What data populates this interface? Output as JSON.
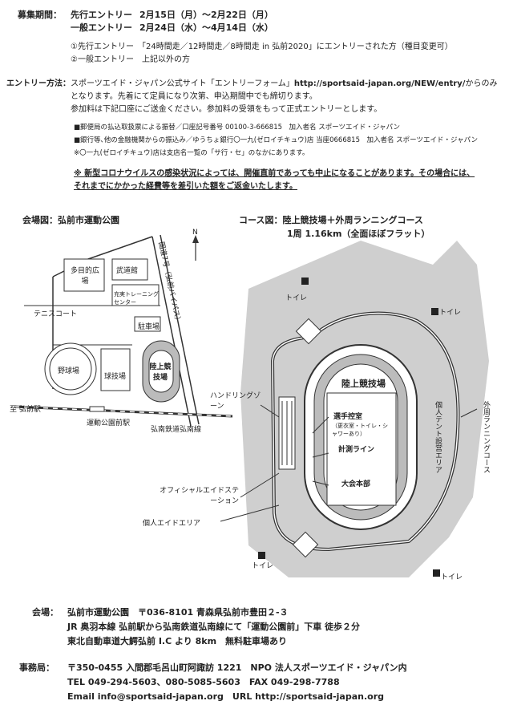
{
  "period": {
    "label": "募集期間：",
    "pre_label": "先行エントリー",
    "pre_dates": "2月15日（月）～2月22日（月）",
    "gen_label": "一般エントリー",
    "gen_dates": "2月24日（水）～4月14日（水）",
    "note1": "①先行エントリー　「24時間走／12時間走／8時間走 in 弘前2020」にエントリーされた方（種目変更可）",
    "note2": "②一般エントリー　上記以外の方"
  },
  "entry": {
    "label": "エントリー方法：",
    "line1": "スポーツエイド・ジャパン公式サイト「エントリーフォーム」",
    "url": "http://sportsaid-japan.org/NEW/entry/",
    "line1_end": "からのみ",
    "line2": "となります。先着にて定員になり次第、申込期間中でも締切ります。",
    "line3": "参加料は下記口座にご送金ください。参加料の受領をもって正式エントリーとします。",
    "bank1": "■郵便局の払込取扱票による振替／口座記号番号 00100-3-666815　加入者名 スポーツエイド・ジャパン",
    "bank2": "■銀行等､他の金融機関からの振込み／ゆうちょ銀行〇一九(ゼロイチキュウ)店 当座0666815　加入者名 スポーツエイド・ジャパン",
    "bank3": "※〇一九(ゼロイチキュウ)店は支店名一覧の「サ行・セ」のなかにあります。",
    "warn1": "※ 新型コロナウイルスの感染状況によっては、開催直前であっても中止になることがあります。その場合には、",
    "warn2": "それまでにかかった経費等を差引いた額をご返金いたします。"
  },
  "venue_map": {
    "title": "会場図：弘前市運動公園",
    "north": "N",
    "multi": "多目的広場",
    "budokan": "武道館",
    "training": "充実トレーニングセンター",
    "tennis": "テニスコート",
    "parking": "駐車場",
    "baseball": "野球場",
    "ballfield": "球技場",
    "track": "陸上競技場",
    "route7": "国道7号（弘前バイパス）",
    "to_station": "至 弘前駅",
    "station": "運動公園前駅",
    "railway": "弘南鉄道弘南線"
  },
  "course_map": {
    "title": "コース図：陸上競技場＋外周ランニングコース",
    "subtitle": "1周 1.16km（全面ほぼフラット）",
    "toilet": "トイレ",
    "stadium": "陸上競技場",
    "handling": "ハンドリングゾーン",
    "athlete_room": "選手控室",
    "athlete_room_note": "（更衣室・トイレ・シャワーあり）",
    "timing": "計測ライン",
    "hq": "大会本部",
    "official_aid": "オフィシャルエイドステーション",
    "personal_aid": "個人エイドエリア",
    "tent_area": "個人テント設営エリア",
    "outer_course": "外周ランニングコース"
  },
  "venue": {
    "label": "会場：",
    "line1": "弘前市運動公園　〒036-8101 青森県弘前市豊田２-３",
    "line2": "JR 奥羽本線 弘前駅から弘南鉄道弘南線にて「運動公園前」下車 徒歩２分",
    "line3": "東北自動車道大鰐弘前 I.C より 8km　無料駐車場あり"
  },
  "office": {
    "label": "事務局：",
    "line1": "〒350-0455 入間郡毛呂山町阿諏訪 1221　NPO 法人スポーツエイド・ジャパン内",
    "line2": "TEL 049-294-5603、080-5085-5603　FAX 049-298-7788",
    "line3": "Email info@sportsaid-japan.org　URL http://sportsaid-japan.org"
  }
}
